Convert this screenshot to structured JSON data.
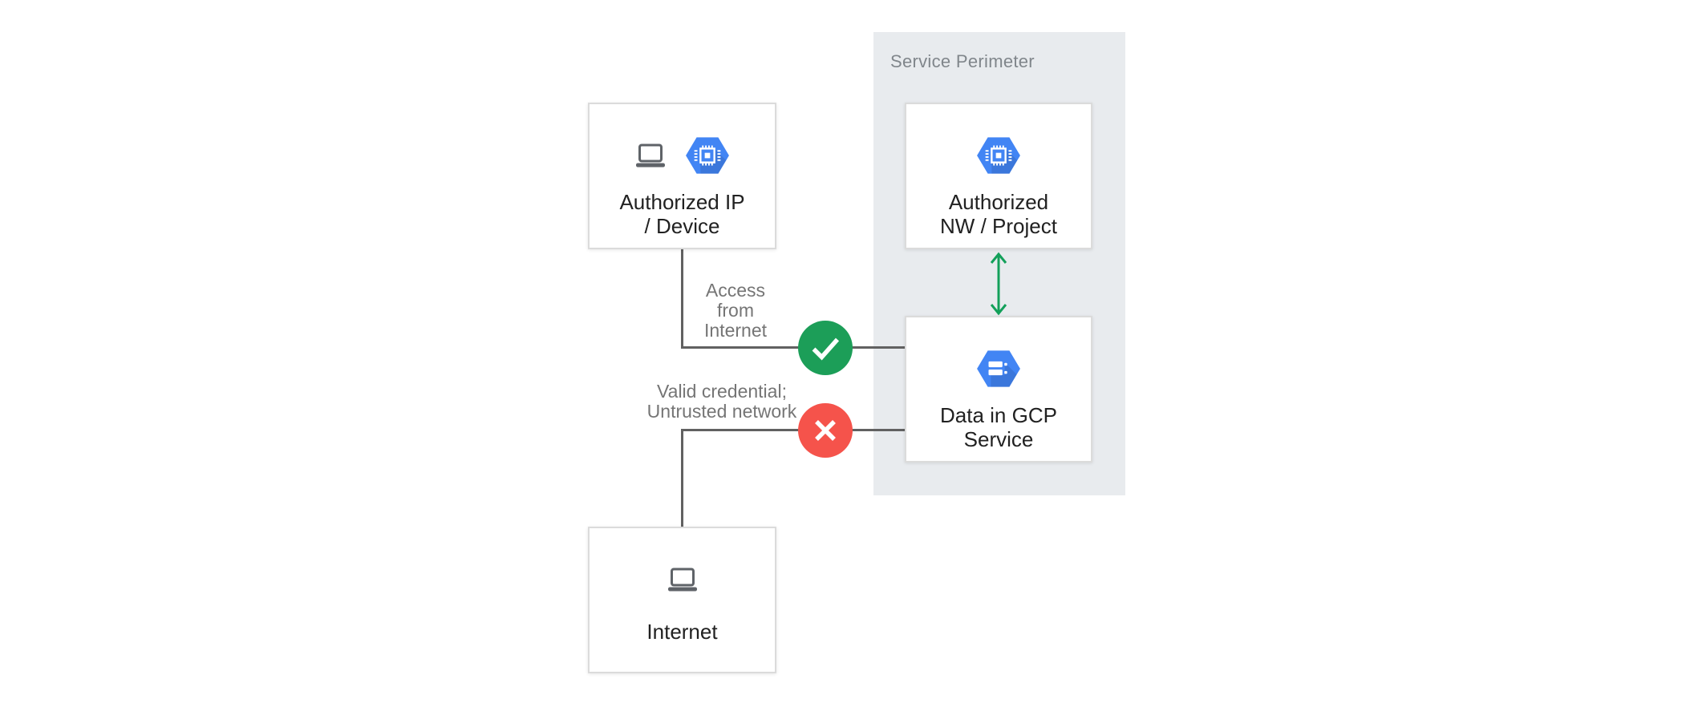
{
  "perimeter": {
    "label": "Service Perimeter"
  },
  "nodes": {
    "authorized_ip": {
      "line1": "Authorized IP",
      "line2": "/ Device"
    },
    "authorized_nw": {
      "line1": "Authorized",
      "line2": "NW / Project"
    },
    "data_gcp": {
      "line1": "Data in GCP",
      "line2": "Service"
    },
    "internet": {
      "line1": "Internet"
    }
  },
  "edge_labels": {
    "access": {
      "line1": "Access",
      "line2": "from",
      "line3": "Internet"
    },
    "credential": {
      "line1": "Valid credential;",
      "line2": "Untrusted network"
    }
  },
  "icons": {
    "laptop": "laptop-icon",
    "compute_engine": "compute-engine-hexagon-icon",
    "gcp_service": "gcp-storage-hexagon-icon",
    "allowed": "check-icon",
    "denied": "cross-icon",
    "bidirectional": "double-arrow-icon"
  },
  "colors": {
    "perimeter_bg": "#e8ebee",
    "box_border": "#dbdbdb",
    "connector_gray": "#616161",
    "allowed_green": "#1c9e58",
    "arrow_green": "#13a05a",
    "denied_red": "#f5534b",
    "gcp_blue": "#4285f4",
    "icon_gray": "#5f6368",
    "label_gray": "#757575",
    "perimeter_label_gray": "#80868b",
    "node_text": "#212121"
  }
}
